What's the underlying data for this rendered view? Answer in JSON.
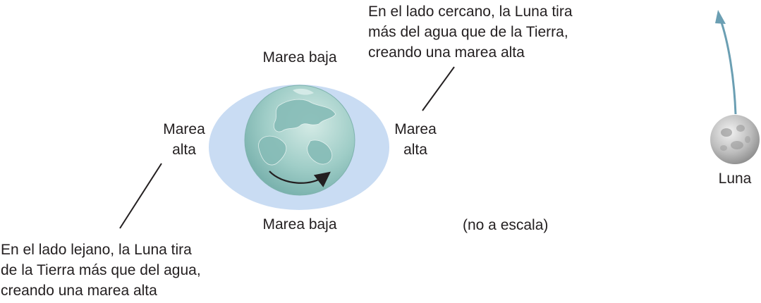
{
  "labels": {
    "low_tide_top": "Marea baja",
    "low_tide_bottom": "Marea baja",
    "high_tide_left_line1": "Marea",
    "high_tide_left_line2": "alta",
    "high_tide_right_line1": "Marea",
    "high_tide_right_line2": "alta",
    "near_side_line1": "En el lado cercano, la Luna tira",
    "near_side_line2": "más del agua que de la Tierra,",
    "near_side_line3": "creando una marea alta",
    "far_side_line1": "En el lado lejano, la Luna tira",
    "far_side_line2": "de la Tierra más que del agua,",
    "far_side_line3": "creando una marea alta",
    "scale_note": "(no a escala)",
    "moon": "Luna"
  },
  "icons": {
    "earth": "earth-globe-icon",
    "moon": "moon-icon",
    "rotation": "rotation-arrow-icon",
    "orbit": "orbit-arrow-icon"
  },
  "colors": {
    "water_bulge": "#c9dcf3",
    "earth": "#8fc2be",
    "orbit_arrow": "#6b9fb3",
    "text": "#231f20",
    "moon": "#b8b8b8"
  }
}
